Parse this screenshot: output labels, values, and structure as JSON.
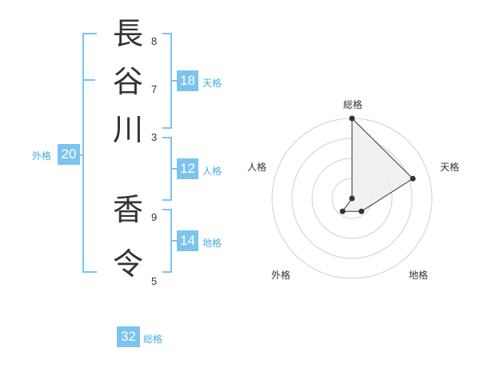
{
  "name": {
    "chars": [
      {
        "char": "長",
        "strokes": "8"
      },
      {
        "char": "谷",
        "strokes": "7"
      },
      {
        "char": "川",
        "strokes": "3"
      },
      {
        "char": "香",
        "strokes": "9"
      },
      {
        "char": "令",
        "strokes": "5"
      }
    ]
  },
  "fortunes": {
    "tenkaku": {
      "value": "18",
      "label": "天格"
    },
    "jinkaku": {
      "value": "12",
      "label": "人格"
    },
    "chikaku": {
      "value": "14",
      "label": "地格"
    },
    "gaikaku": {
      "value": "20",
      "label": "外格"
    },
    "soukaku": {
      "value": "32",
      "label": "総格"
    }
  },
  "colors": {
    "accent": "#7cc4ee",
    "label": "#4aaee2",
    "text": "#333333"
  },
  "chart_data": {
    "type": "radar",
    "axes": [
      "総格",
      "天格",
      "地格",
      "外格",
      "人格"
    ],
    "values": [
      5,
      4,
      1,
      1,
      0
    ],
    "rmax": 5,
    "rings": 4,
    "fill": "#eeeeee",
    "line": "#333333"
  }
}
